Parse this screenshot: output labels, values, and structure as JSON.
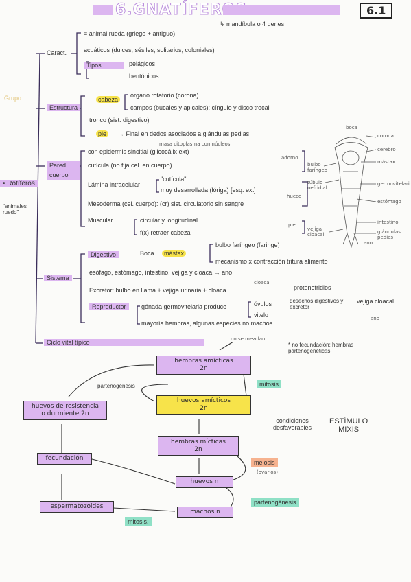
{
  "header": {
    "title": "6.GNATÍFEROS",
    "number": "6.1",
    "subtitle": "↳ mandíbula o 4 genes"
  },
  "left": {
    "grupo": "Grupo",
    "rotiferos": "• Rotíferos",
    "animales_ruedo": "\"animales ruedo\""
  },
  "caract": {
    "label": "Caract.",
    "items": [
      "= animal rueda (griego + antiguo)",
      "acuáticos (dulces, sésiles, solitarios, coloniales)",
      "Tipos"
    ],
    "tipos": [
      "pelágicos",
      "bentónicos"
    ]
  },
  "estructura": {
    "label": "Estructura",
    "cabeza": "cabeza",
    "cabeza_items": [
      "órgano rotatorio (corona)",
      "campos (bucales y apicales): cíngulo y disco trocal"
    ],
    "tronco": "tronco (sist. digestivo)",
    "pie": "pie",
    "pie_text": "→ Final en dedos asociados a glándulas pedias"
  },
  "pared": {
    "label": "Pared cuerpo",
    "note_top": "masa citoplasma con núcleos",
    "items": [
      "con epidermis sincitial (glicocálix ext)",
      "cutícula (no fija cel. en cuerpo)",
      "Lámina intracelular",
      "Mesoderma (cel. cuerpo): (cr) sist. circulatorio sin sangre",
      "Muscular"
    ],
    "lamina": [
      "\"cutícula\"",
      "muy desarrollada (lóriga) [esq. ext]"
    ],
    "muscular": [
      "circular y longitudinal",
      "f(x) retraer cabeza"
    ],
    "labels_right": [
      "adorno",
      "hueco",
      "pie"
    ]
  },
  "sistema": {
    "label": "Sistema",
    "digestivo": "Digestivo",
    "boca": "Boca",
    "mastax": "mástax",
    "mastax_items": [
      "bulbo faríngeo (faringe)",
      "mecanismo x contracción tritura alimento"
    ],
    "digestivo_tail": "esófago, estómago, intestino, vejiga y cloaca → ano",
    "excretor": "Excretor: bulbo en llama + vejiga urinaria + cloaca.",
    "excretor_note": "protonefridios",
    "cloaca_note": "cloaca",
    "desechos": "desechos digestivos y excretor",
    "vejiga_cloacal": "vejiga cloacal",
    "ano": "ano",
    "reproductor": "Reproductor",
    "gonada": "gónada germovitelaria produce",
    "gonada_items": [
      "óvulos",
      "vitelo"
    ],
    "mayoria": "mayoría hembras, algunas especies no machos"
  },
  "ciclo": {
    "label": "Ciclo vital típico",
    "no_se_mezclan": "no se mezclan",
    "no_fecundacion": "* no fecundación: hembras partenogenéticas",
    "box_h_amicticas": [
      "hembras amícticas",
      "2n"
    ],
    "box_h_amicticos": [
      "huevos amícticos",
      "2n"
    ],
    "box_h_micticas": [
      "hembras mícticas",
      "2n"
    ],
    "box_huevos_n": "huevos n",
    "box_machos": "machos n",
    "box_resist": [
      "huevos de resistencia",
      "o durmiente 2n"
    ],
    "box_fecund": "fecundación",
    "box_esperm": "espermatozoides",
    "partenogenesis1": "partenogénesis",
    "mitosis1": "mitosis",
    "meiosis": "meiosis",
    "ovarios": "(ovarios)",
    "partenogenesis2": "partenogénesis",
    "mitosis2": "mitosis.",
    "condiciones": [
      "condiciones",
      "desfavorables"
    ],
    "estimulo": [
      "ESTÍMULO",
      "MIXIS"
    ]
  },
  "diagram_labels": [
    "boca",
    "corona",
    "cerebro",
    "mástax",
    "bulbo faríngeo",
    "túbulo nefridial",
    "germovitelario",
    "estómago",
    "vejiga cloacal",
    "intestino",
    "glándulas pedias",
    "ano"
  ],
  "colors": {
    "purple": "#dcb6f0",
    "yellow": "#f7e34a",
    "teal": "#8fe0c6",
    "orange": "#f6b28f"
  }
}
